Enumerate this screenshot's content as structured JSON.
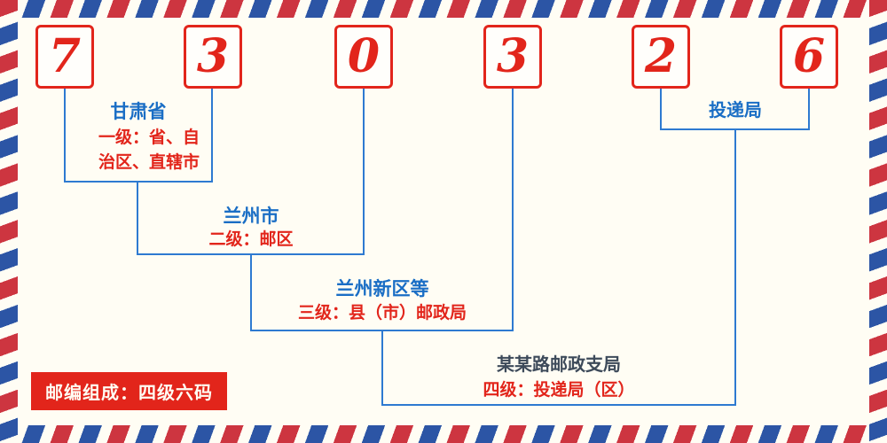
{
  "postal_code": "730326",
  "digits": [
    "7",
    "3",
    "0",
    "3",
    "2",
    "6"
  ],
  "levels": [
    {
      "name": "甘肃省",
      "desc_line1": "一级：省、自",
      "desc_line2": "治区、直辖市"
    },
    {
      "name": "兰州市",
      "desc": "二级：邮区"
    },
    {
      "name": "兰州新区等",
      "desc": "三级：县（市）邮政局"
    },
    {
      "name": "某某路邮政支局",
      "desc": "四级：投递局（区）"
    },
    {
      "name": "投递局"
    }
  ],
  "footer": {
    "note": "邮编组成：四级六码"
  },
  "colors": {
    "background": "#fffdf4",
    "digit_red": "#e2251b",
    "label_blue": "#1a6ec5",
    "desc_red": "#e2251b",
    "line_blue": "#2e7ad1",
    "level4_title": "#3d4a5a",
    "stripe_red": "#cd3540",
    "stripe_blue": "#2c55a5"
  }
}
